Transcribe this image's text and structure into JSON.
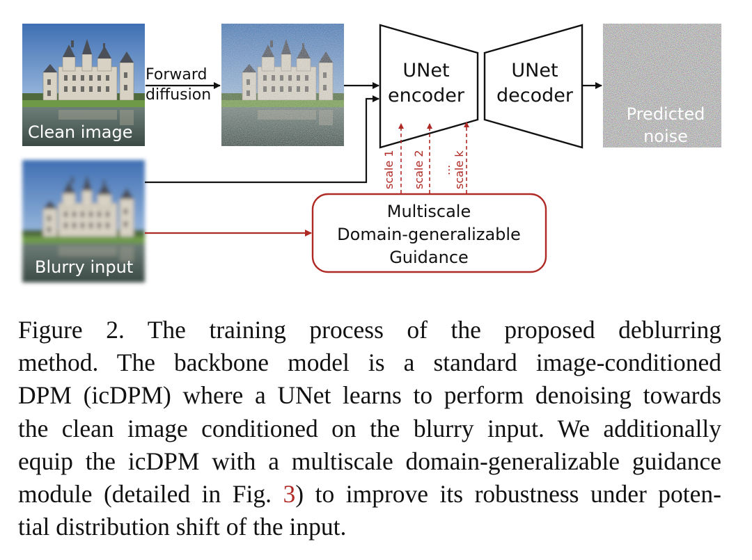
{
  "colors": {
    "red": "#b02a25",
    "black": "#111111",
    "image_label": "#ffffff"
  },
  "figure": {
    "clean_image_label": "Clean image",
    "forward_diffusion_label": [
      "Forward",
      "diffusion"
    ],
    "blurry_input_label": "Blurry input",
    "encoder_label": [
      "UNet",
      "encoder"
    ],
    "decoder_label": [
      "UNet",
      "decoder"
    ],
    "predicted_noise_label": [
      "Predicted",
      "noise"
    ],
    "guidance_label": [
      "Multiscale",
      "Domain-generalizable",
      "Guidance"
    ],
    "scale_labels": [
      "scale 1",
      "scale 2",
      "...",
      "scale k"
    ]
  },
  "caption": {
    "line1": "Figure 2.  The training process of the proposed deblurring",
    "line2": "method.  The backbone model is a standard image-conditioned",
    "line3": "DPM (icDPM) where a UNet learns to perform denoising towards",
    "line4": "the clean image conditioned on the blurry input.  We additionally",
    "line5": "equip the icDPM with a multiscale domain-generalizable guidance",
    "line6_pre": "module (detailed in Fig. ",
    "line6_ref": "3",
    "line6_post": ") to improve its robustness under poten-",
    "line7": "tial distribution shift of the input."
  }
}
